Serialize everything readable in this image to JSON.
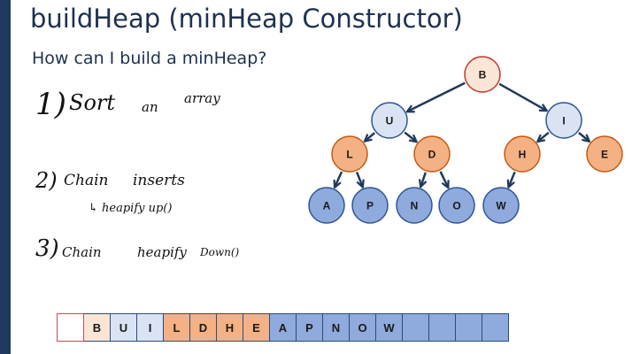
{
  "slide": {
    "title": "buildHeap (minHeap Constructor)",
    "subtitle": "How can I build a minHeap?"
  },
  "notes": {
    "item1_num": "1)",
    "item1_word1": "Sort",
    "item1_word2": "an",
    "item1_word3": "array",
    "item2_num": "2)",
    "item2_word1": "Chain",
    "item2_word2": "inserts",
    "item2_sub": "↳ heapify up()",
    "item3_num": "3)",
    "item3_word1": "Chain",
    "item3_word2": "heapify",
    "item3_word3": "Down()"
  },
  "colors": {
    "root": "#fbe5d6",
    "level1": "#dae3f3",
    "level2": "#f4b183",
    "level3": "#8faadc",
    "edge": "#1f3a5c",
    "empty_cell": "#ffffff",
    "title": "#1e3150"
  },
  "tree": {
    "nodes": [
      {
        "id": "n1",
        "label": "B",
        "level": 0
      },
      {
        "id": "n2",
        "label": "U",
        "level": 1
      },
      {
        "id": "n3",
        "label": "I",
        "level": 1
      },
      {
        "id": "n4",
        "label": "L",
        "level": 2
      },
      {
        "id": "n5",
        "label": "D",
        "level": 2
      },
      {
        "id": "n6",
        "label": "H",
        "level": 2
      },
      {
        "id": "n7",
        "label": "E",
        "level": 2
      },
      {
        "id": "n8",
        "label": "A",
        "level": 3
      },
      {
        "id": "n9",
        "label": "P",
        "level": 3
      },
      {
        "id": "n10",
        "label": "N",
        "level": 3
      },
      {
        "id": "n11",
        "label": "O",
        "level": 3
      },
      {
        "id": "n12",
        "label": "W",
        "level": 3
      }
    ],
    "edges": [
      [
        "n1",
        "n2"
      ],
      [
        "n1",
        "n3"
      ],
      [
        "n2",
        "n4"
      ],
      [
        "n2",
        "n5"
      ],
      [
        "n3",
        "n6"
      ],
      [
        "n3",
        "n7"
      ],
      [
        "n4",
        "n8"
      ],
      [
        "n4",
        "n9"
      ],
      [
        "n5",
        "n10"
      ],
      [
        "n5",
        "n11"
      ],
      [
        "n6",
        "n12"
      ]
    ]
  },
  "array": {
    "cells": [
      "",
      "B",
      "U",
      "I",
      "L",
      "D",
      "H",
      "E",
      "A",
      "P",
      "N",
      "O",
      "W",
      "",
      "",
      "",
      ""
    ],
    "levels": [
      -1,
      0,
      1,
      1,
      2,
      2,
      2,
      2,
      3,
      3,
      3,
      3,
      3,
      3,
      3,
      3,
      3
    ]
  }
}
